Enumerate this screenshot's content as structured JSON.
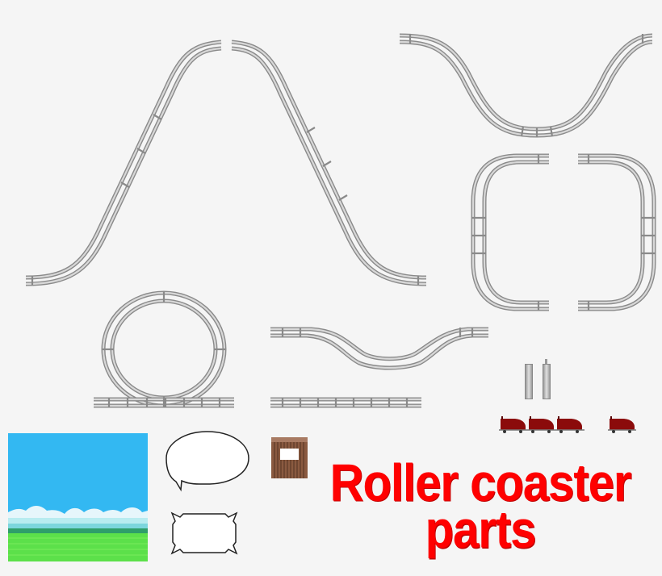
{
  "title": {
    "line1": "Roller coaster",
    "line2": "parts",
    "color": "#ff0000"
  },
  "sprites": [
    {
      "name": "track-hill-left",
      "type": "track"
    },
    {
      "name": "track-hill-right",
      "type": "track"
    },
    {
      "name": "track-valley",
      "type": "track"
    },
    {
      "name": "track-curve-left",
      "type": "track"
    },
    {
      "name": "track-curve-right",
      "type": "track"
    },
    {
      "name": "track-loop",
      "type": "track"
    },
    {
      "name": "track-dip-double",
      "type": "track"
    },
    {
      "name": "track-straight",
      "type": "track"
    },
    {
      "name": "support-pillars",
      "type": "support",
      "count": 2
    },
    {
      "name": "coaster-train",
      "type": "car",
      "count": 3
    },
    {
      "name": "coaster-car-single",
      "type": "car",
      "count": 1
    },
    {
      "name": "background-tile",
      "type": "background"
    },
    {
      "name": "speech-bubble",
      "type": "ui"
    },
    {
      "name": "sign-panel",
      "type": "ui"
    },
    {
      "name": "ticket-booth",
      "type": "building"
    }
  ],
  "colors": {
    "background": "#f5f5f5",
    "track": "#8a8a8a",
    "sky": "#33b8f2",
    "grass": "#5ce04a",
    "car": "#8b0b0b",
    "booth": "#8a5a40"
  }
}
